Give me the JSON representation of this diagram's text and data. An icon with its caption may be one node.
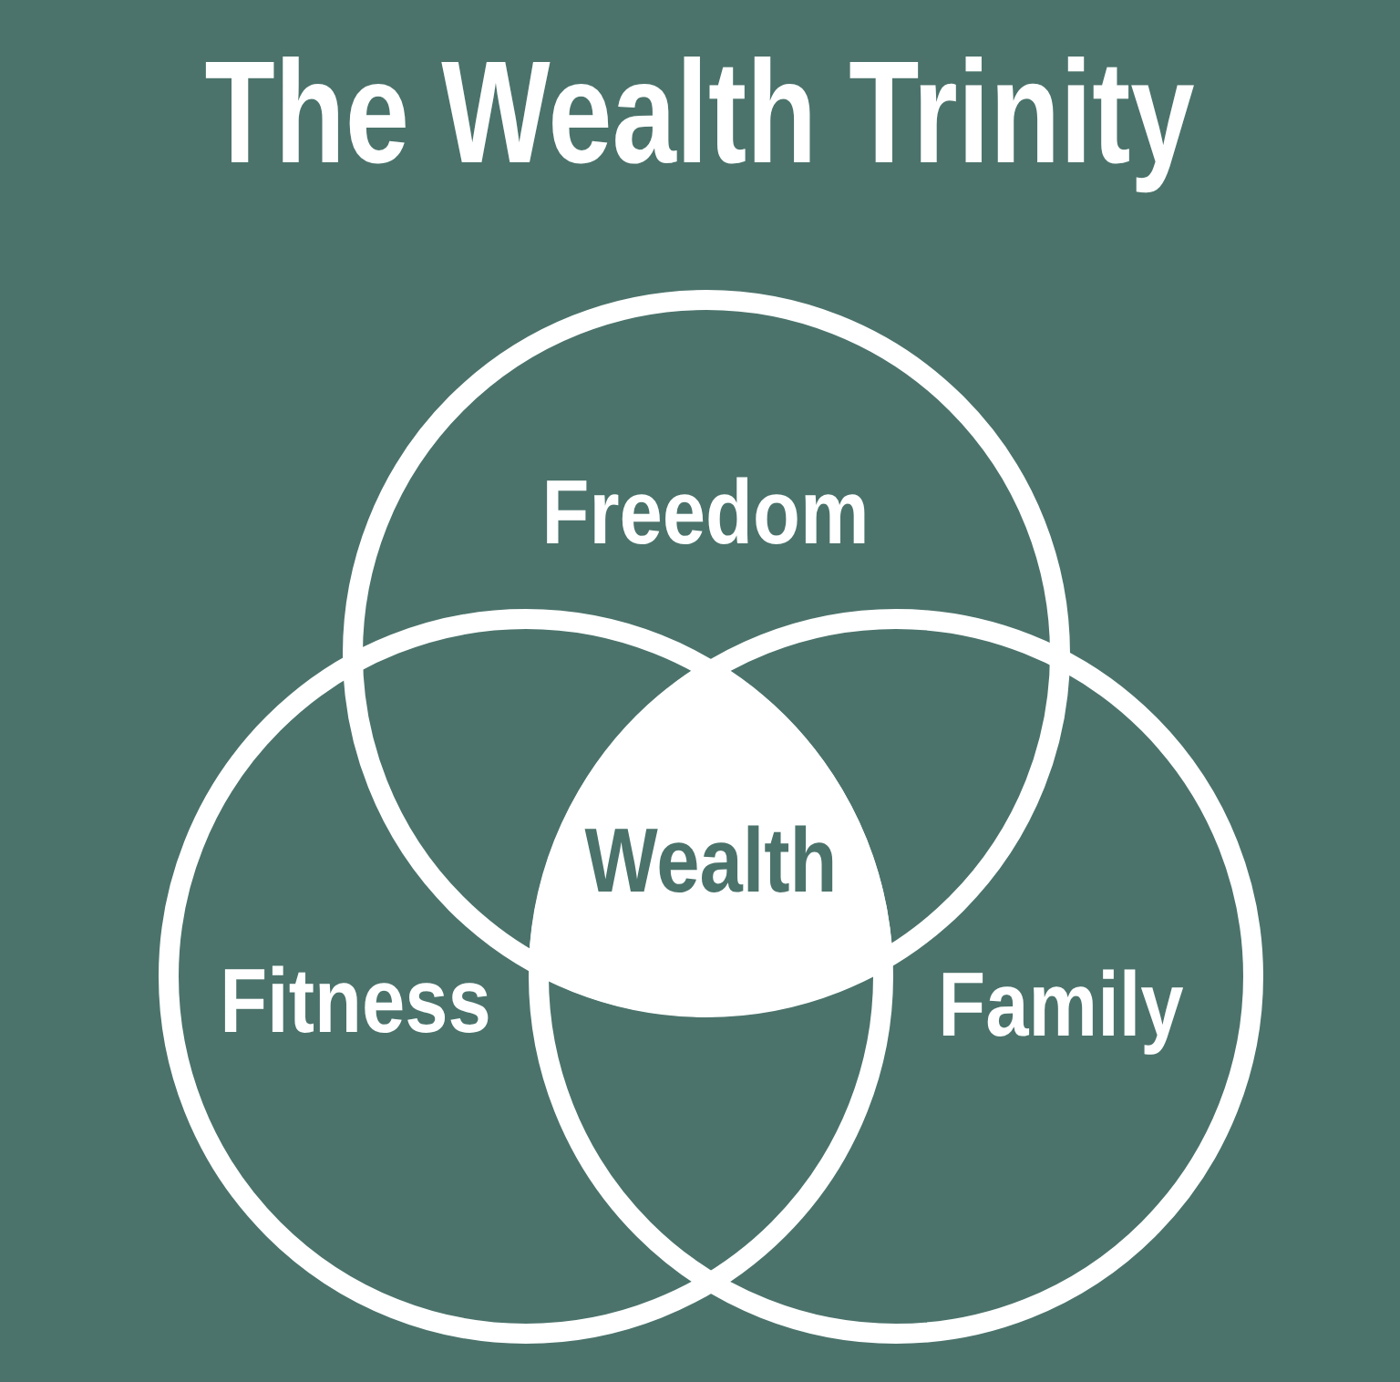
{
  "diagram": {
    "title": "The Wealth Trinity",
    "nodes": [
      {
        "text": [
          "Freedom"
        ]
      },
      {
        "text": [
          "Wealth"
        ]
      },
      {
        "text": [
          "Fitness"
        ]
      },
      {
        "text": [
          "Family"
        ]
      }
    ]
  }
}
